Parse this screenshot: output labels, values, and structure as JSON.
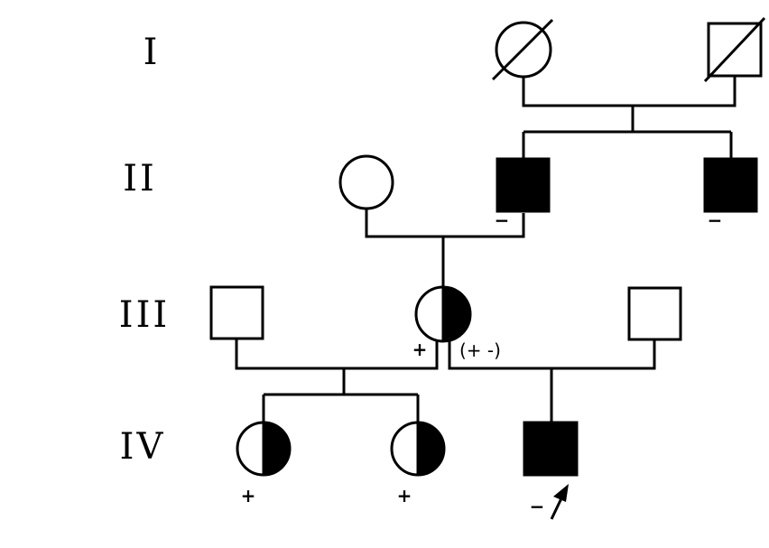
{
  "generations": [
    "I",
    "II",
    "III",
    "IV"
  ],
  "individuals": {
    "I_1": {
      "sex": "female",
      "status": "deceased",
      "fill": "none"
    },
    "I_2": {
      "sex": "male",
      "status": "deceased",
      "fill": "none"
    },
    "II_1": {
      "sex": "female",
      "fill": "none"
    },
    "II_2": {
      "sex": "male",
      "fill": "full",
      "mark": "−"
    },
    "II_3": {
      "sex": "male",
      "fill": "full",
      "mark": "−"
    },
    "III_1": {
      "sex": "male",
      "fill": "none"
    },
    "III_2": {
      "sex": "female",
      "fill": "half",
      "mark": "+",
      "note": "(+ -)"
    },
    "III_3": {
      "sex": "male",
      "fill": "none"
    },
    "IV_1": {
      "sex": "female",
      "fill": "half",
      "mark": "+"
    },
    "IV_2": {
      "sex": "female",
      "fill": "half",
      "mark": "+"
    },
    "IV_3": {
      "sex": "male",
      "fill": "full",
      "mark": "−",
      "proband": true
    }
  },
  "colors": {
    "line": "#000000",
    "affected": "#000000",
    "background": "#ffffff"
  }
}
